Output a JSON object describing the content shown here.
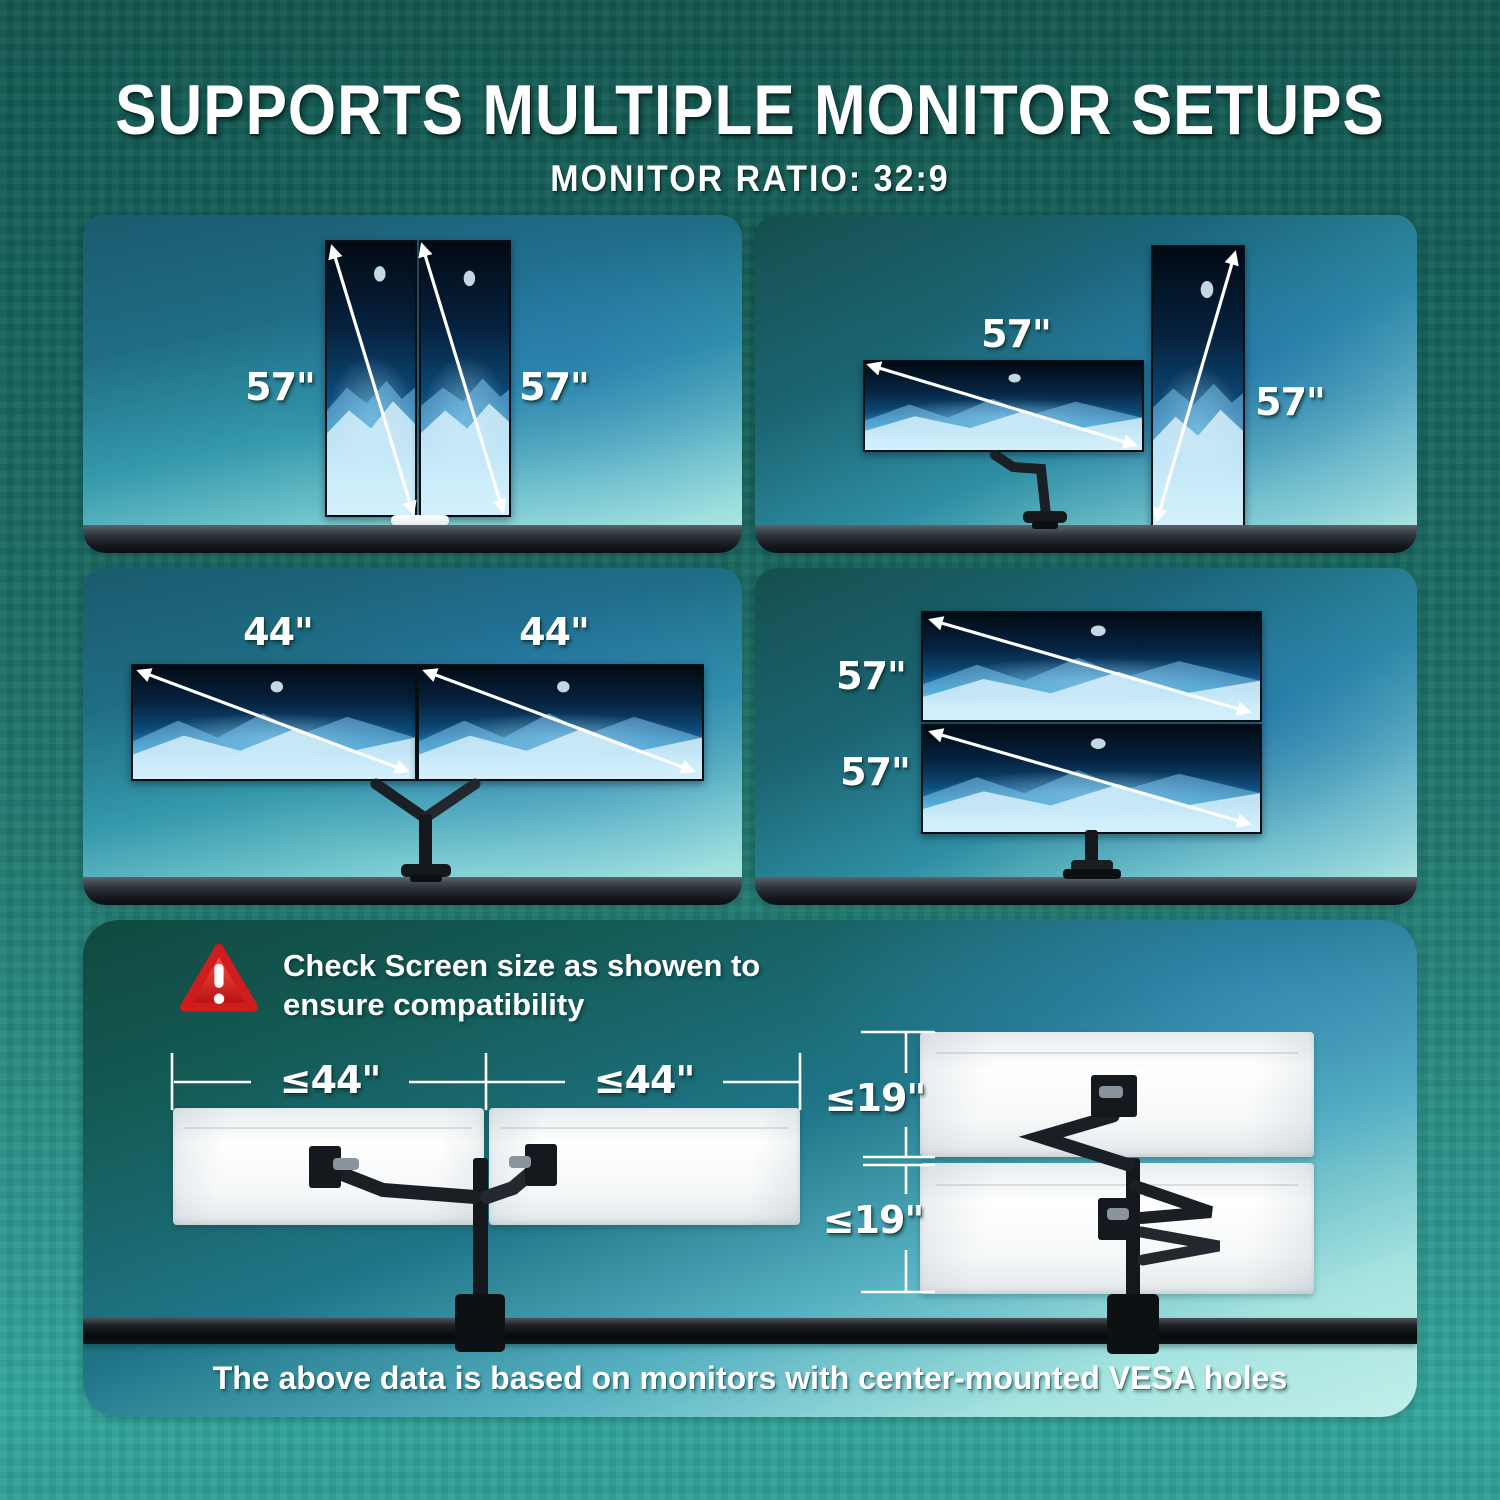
{
  "header": {
    "title": "SUPPORTS MULTIPLE MONITOR SETUPS",
    "subtitle": "MONITOR RATIO: 32:9"
  },
  "setups": {
    "dual_portrait": {
      "left_size": "57\"",
      "right_size": "57\""
    },
    "mixed": {
      "landscape_size": "57\"",
      "portrait_size": "57\""
    },
    "dual_landscape": {
      "left_size": "44\"",
      "right_size": "44\""
    },
    "stacked": {
      "top_size": "57\"",
      "bottom_size": "57\""
    }
  },
  "compatibility": {
    "warning_line1": "Check Screen size as showen to",
    "warning_line2": "ensure compatibility",
    "max_width_left": "≤44\"",
    "max_width_right": "≤44\"",
    "max_height_top": "≤19\"",
    "max_height_bottom": "≤19\"",
    "footnote": "The above data is based on monitors with center-mounted VESA holes"
  },
  "colors": {
    "background_top": "#14605a",
    "background_bottom": "#2f9e94",
    "scene_light": "#b7ebe5",
    "panel_glow_blue": "#2d7fb4",
    "desk_dark": "#14181c",
    "warning_red": "#e02a2a",
    "text_white": "#ffffff"
  }
}
